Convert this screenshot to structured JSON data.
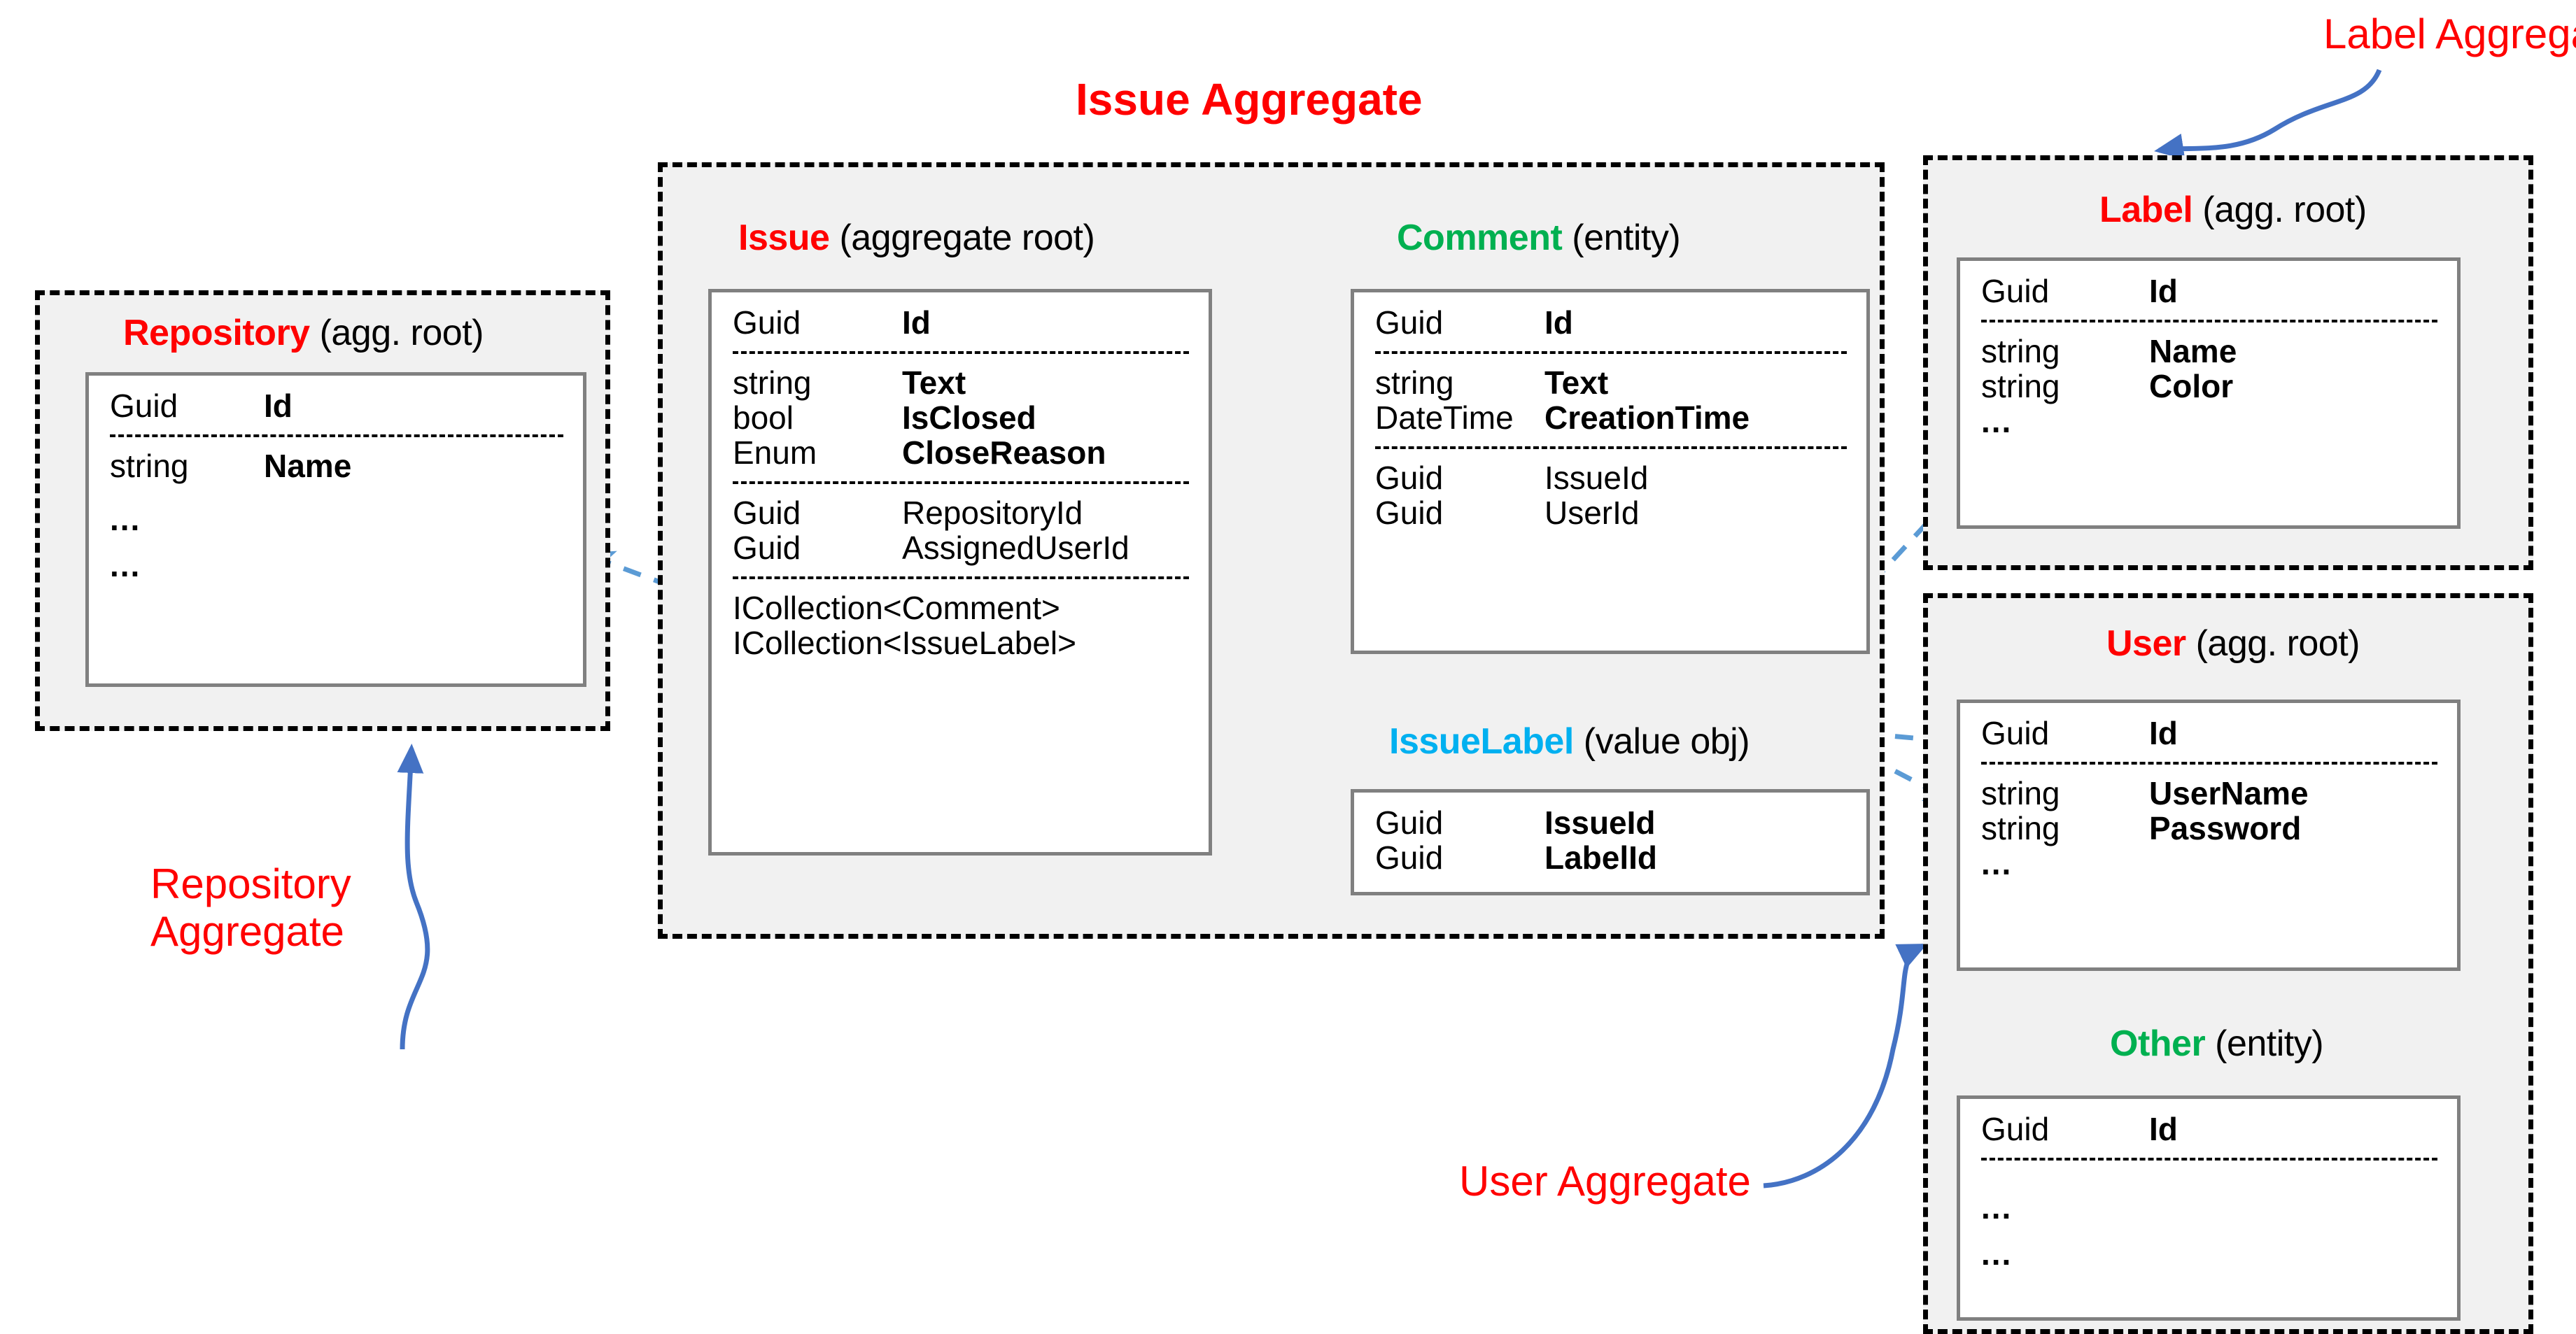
{
  "diagram": {
    "title": "Issue Aggregate",
    "title_color": "#ff0000",
    "background_color": "#ffffff",
    "aggregate_fill": "#f1f1f1",
    "aggregate_border_color": "#000000",
    "entity_border_color": "#808080",
    "arrow_color": "#4472c4",
    "dashed_arrow_color": "#5b9bd5",
    "colors": {
      "aggregate_root": "#ff0000",
      "entity": "#00b050",
      "value_object": "#00b0f0"
    }
  },
  "annotations": {
    "repository_aggregate": "Repository\nAggregate",
    "label_aggregate": "Label Aggregate",
    "user_aggregate": "User Aggregate"
  },
  "entities": {
    "repository": {
      "name": "Repository",
      "stereotype": "(agg. root)",
      "name_color": "#ff0000",
      "rows": [
        {
          "type": "Guid",
          "field": "Id",
          "bold": true
        },
        {
          "separator": true
        },
        {
          "type": "string",
          "field": "Name",
          "bold": true
        },
        {
          "ellipsis": "..."
        },
        {
          "ellipsis": "..."
        }
      ]
    },
    "issue": {
      "name": "Issue",
      "stereotype": "(aggregate root)",
      "name_color": "#ff0000",
      "rows": [
        {
          "type": "Guid",
          "field": "Id",
          "bold": true
        },
        {
          "separator": true
        },
        {
          "type": "string",
          "field": "Text",
          "bold": true
        },
        {
          "type": "bool",
          "field": "IsClosed",
          "bold": true
        },
        {
          "type": "Enum",
          "field": "CloseReason",
          "bold": true
        },
        {
          "separator": true
        },
        {
          "type": "Guid",
          "field": "RepositoryId",
          "bold": false
        },
        {
          "type": "Guid",
          "field": "AssignedUserId",
          "bold": false
        },
        {
          "separator": true
        },
        {
          "full": "ICollection<Comment>"
        },
        {
          "full": "ICollection<IssueLabel>"
        }
      ]
    },
    "comment": {
      "name": "Comment",
      "stereotype": "(entity)",
      "name_color": "#00b050",
      "rows": [
        {
          "type": "Guid",
          "field": "Id",
          "bold": true
        },
        {
          "separator": true
        },
        {
          "type": "string",
          "field": "Text",
          "bold": true
        },
        {
          "type": "DateTime",
          "field": "CreationTime",
          "bold": true
        },
        {
          "separator": true
        },
        {
          "type": "Guid",
          "field": "IssueId",
          "bold": false
        },
        {
          "type": "Guid",
          "field": "UserId",
          "bold": false
        }
      ]
    },
    "issue_label": {
      "name": "IssueLabel",
      "stereotype": "(value obj)",
      "name_color": "#00b0f0",
      "rows": [
        {
          "type": "Guid",
          "field": "IssueId",
          "bold": true
        },
        {
          "type": "Guid",
          "field": "LabelId",
          "bold": true
        }
      ]
    },
    "label": {
      "name": "Label",
      "stereotype": "(agg. root)",
      "name_color": "#ff0000",
      "rows": [
        {
          "type": "Guid",
          "field": "Id",
          "bold": true
        },
        {
          "separator": true
        },
        {
          "type": "string",
          "field": "Name",
          "bold": true
        },
        {
          "type": "string",
          "field": "Color",
          "bold": true
        },
        {
          "ellipsis": "..."
        }
      ]
    },
    "user": {
      "name": "User",
      "stereotype": "(agg. root)",
      "name_color": "#ff0000",
      "rows": [
        {
          "type": "Guid",
          "field": "Id",
          "bold": true
        },
        {
          "separator": true
        },
        {
          "type": "string",
          "field": "UserName",
          "bold": true
        },
        {
          "type": "string",
          "field": "Password",
          "bold": true
        },
        {
          "ellipsis": "..."
        }
      ]
    },
    "other": {
      "name": "Other",
      "stereotype": "(entity)",
      "name_color": "#00b050",
      "rows": [
        {
          "type": "Guid",
          "field": "Id",
          "bold": true
        },
        {
          "separator": true
        },
        {
          "ellipsis": "..."
        },
        {
          "ellipsis": "..."
        }
      ]
    }
  },
  "relations": [
    {
      "from": "Issue.RepositoryId",
      "to": "Repository",
      "style": "dashed"
    },
    {
      "from": "Issue.ICollection<Comment>",
      "to": "Comment",
      "style": "dashed"
    },
    {
      "from": "Issue.ICollection<IssueLabel>",
      "to": "IssueLabel",
      "style": "dashed"
    },
    {
      "from": "Issue.AssignedUserId",
      "to": "User",
      "style": "dashed"
    },
    {
      "from": "Comment.UserId",
      "to": "User",
      "style": "dashed"
    },
    {
      "from": "IssueLabel.LabelId",
      "to": "Label",
      "style": "dashed"
    },
    {
      "from": "User",
      "to": "Other",
      "style": "solid"
    }
  ]
}
